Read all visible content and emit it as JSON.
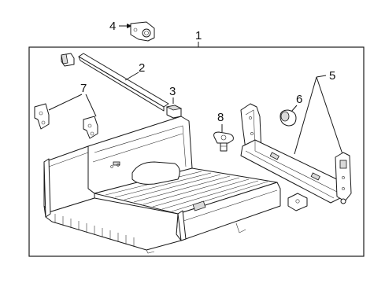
{
  "callouts": [
    {
      "id": "1",
      "part": "pickup-box-assembly"
    },
    {
      "id": "2",
      "part": "sill-strip"
    },
    {
      "id": "3",
      "part": "bumper-pad"
    },
    {
      "id": "4",
      "part": "hinge-bracket"
    },
    {
      "id": "5",
      "part": "box-mounting-bracket"
    },
    {
      "id": "6",
      "part": "insulator"
    },
    {
      "id": "7",
      "part": "side-brackets"
    },
    {
      "id": "8",
      "part": "tie-down-hook"
    }
  ]
}
